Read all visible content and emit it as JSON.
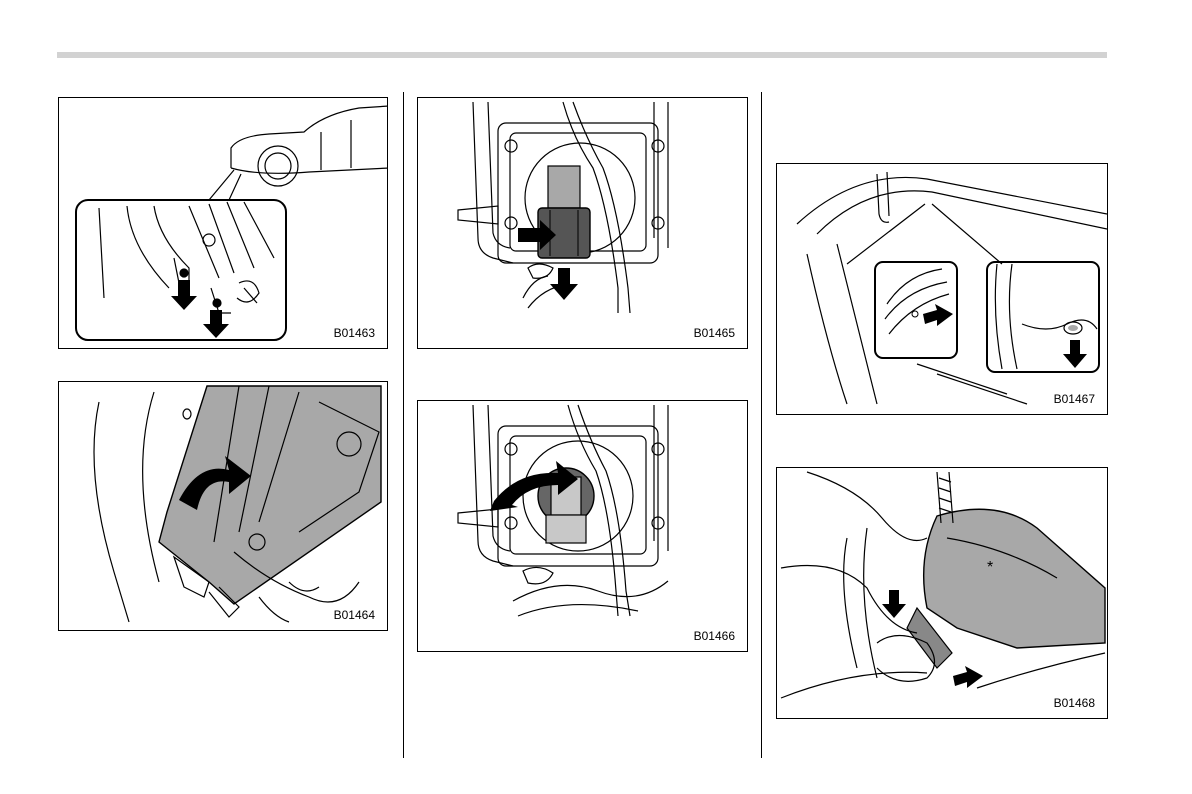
{
  "figures": {
    "fig1": {
      "code": "B01463"
    },
    "fig2": {
      "code": "B01464"
    },
    "fig3": {
      "code": "B01465"
    },
    "fig4": {
      "code": "B01466"
    },
    "fig5": {
      "code": "B01467"
    },
    "fig6": {
      "code": "B01468"
    }
  },
  "colors": {
    "rule": "#d2d2d2",
    "shade": "#a8a8a8",
    "line": "#000000"
  }
}
